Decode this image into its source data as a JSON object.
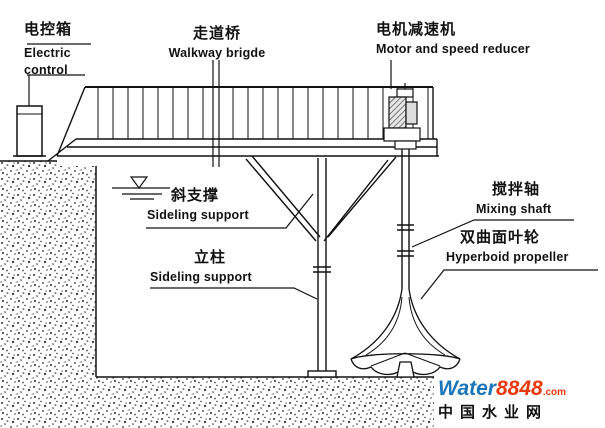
{
  "diagram": {
    "labels": {
      "electric_control": {
        "zh": "电控箱",
        "en_line1": "Electric",
        "en_line2": "control"
      },
      "walkway_bridge": {
        "zh": "走道桥",
        "en": "Walkway brigde"
      },
      "motor_reducer": {
        "zh": "电机减速机",
        "en": "Motor and speed reducer"
      },
      "diagonal_support": {
        "zh": "斜支撑",
        "en": "Sideling support"
      },
      "column": {
        "zh": "立柱",
        "en": "Sideling support"
      },
      "mixing_shaft": {
        "zh": "搅拌轴",
        "en": "Mixing shaft"
      },
      "hyperboloid_propeller": {
        "zh": "双曲面叶轮",
        "en": "Hyperboid propeller"
      }
    },
    "parts": [
      "electric-control-box",
      "walkway-bridge",
      "motor-and-speed-reducer",
      "diagonal-support",
      "column",
      "mixing-shaft",
      "hyperboloid-propeller",
      "water-level-mark",
      "concrete-tank"
    ]
  },
  "watermark": {
    "brand_primary": "Water",
    "brand_secondary": "8848",
    "brand_suffix": ".com",
    "site_name": "中国水业网",
    "colors": {
      "primary": "#1b75bb",
      "secondary": "#e8380d",
      "site": "#111111"
    }
  },
  "colors": {
    "line": "#111111",
    "background": "#ffffff"
  }
}
